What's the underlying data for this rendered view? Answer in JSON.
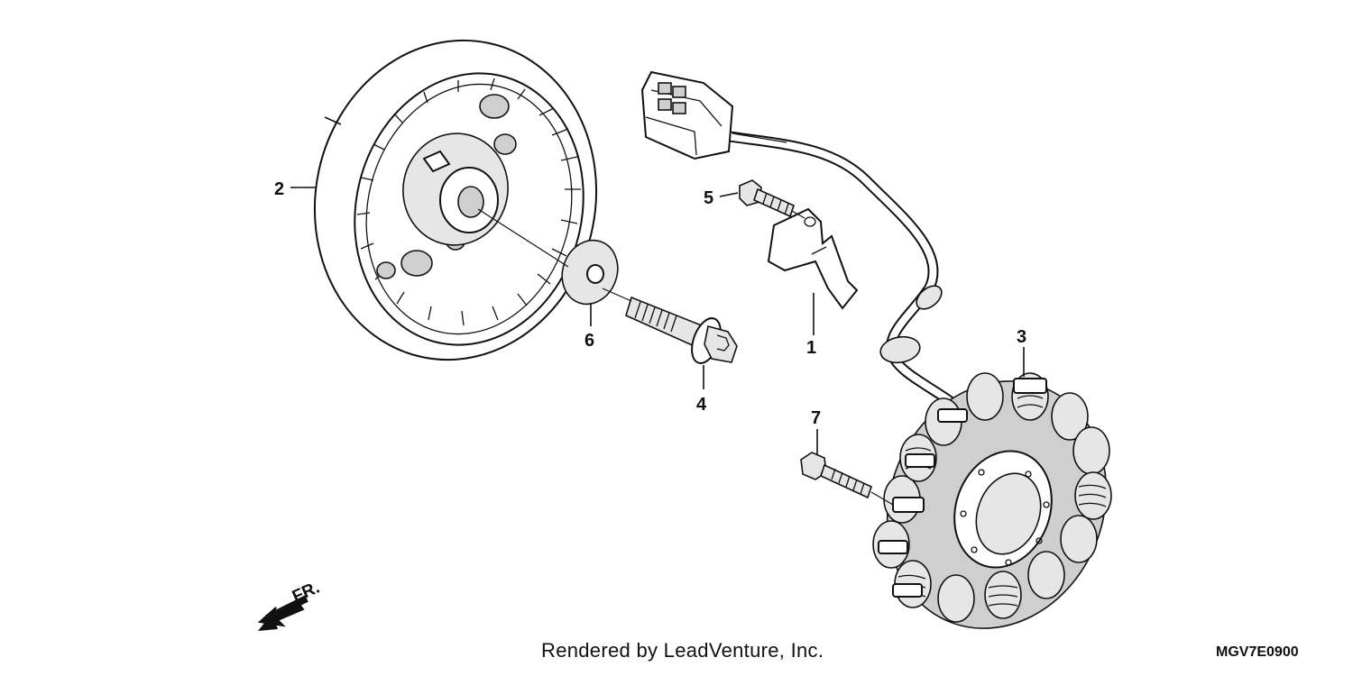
{
  "diagram": {
    "callouts": [
      {
        "id": "1",
        "label": "1"
      },
      {
        "id": "2",
        "label": "2"
      },
      {
        "id": "3",
        "label": "3"
      },
      {
        "id": "4",
        "label": "4"
      },
      {
        "id": "5",
        "label": "5"
      },
      {
        "id": "6",
        "label": "6"
      },
      {
        "id": "7",
        "label": "7"
      }
    ],
    "direction_label": "FR.",
    "credit": "Rendered by LeadVenture, Inc.",
    "diagram_code": "MGV7E0900"
  }
}
